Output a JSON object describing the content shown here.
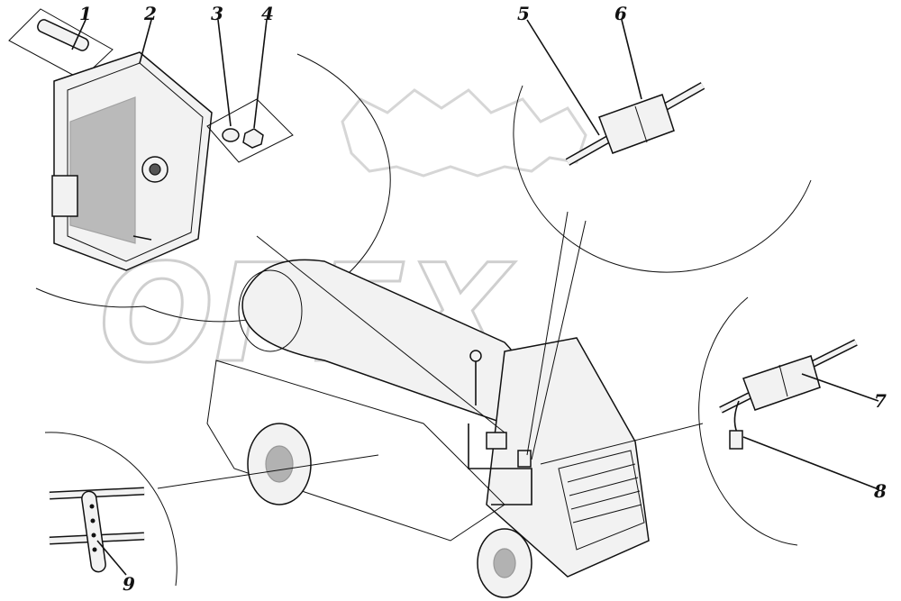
{
  "diagram": {
    "watermark": "OPEX",
    "callouts": [
      "1",
      "2",
      "3",
      "4",
      "5",
      "6",
      "7",
      "8",
      "9"
    ]
  }
}
